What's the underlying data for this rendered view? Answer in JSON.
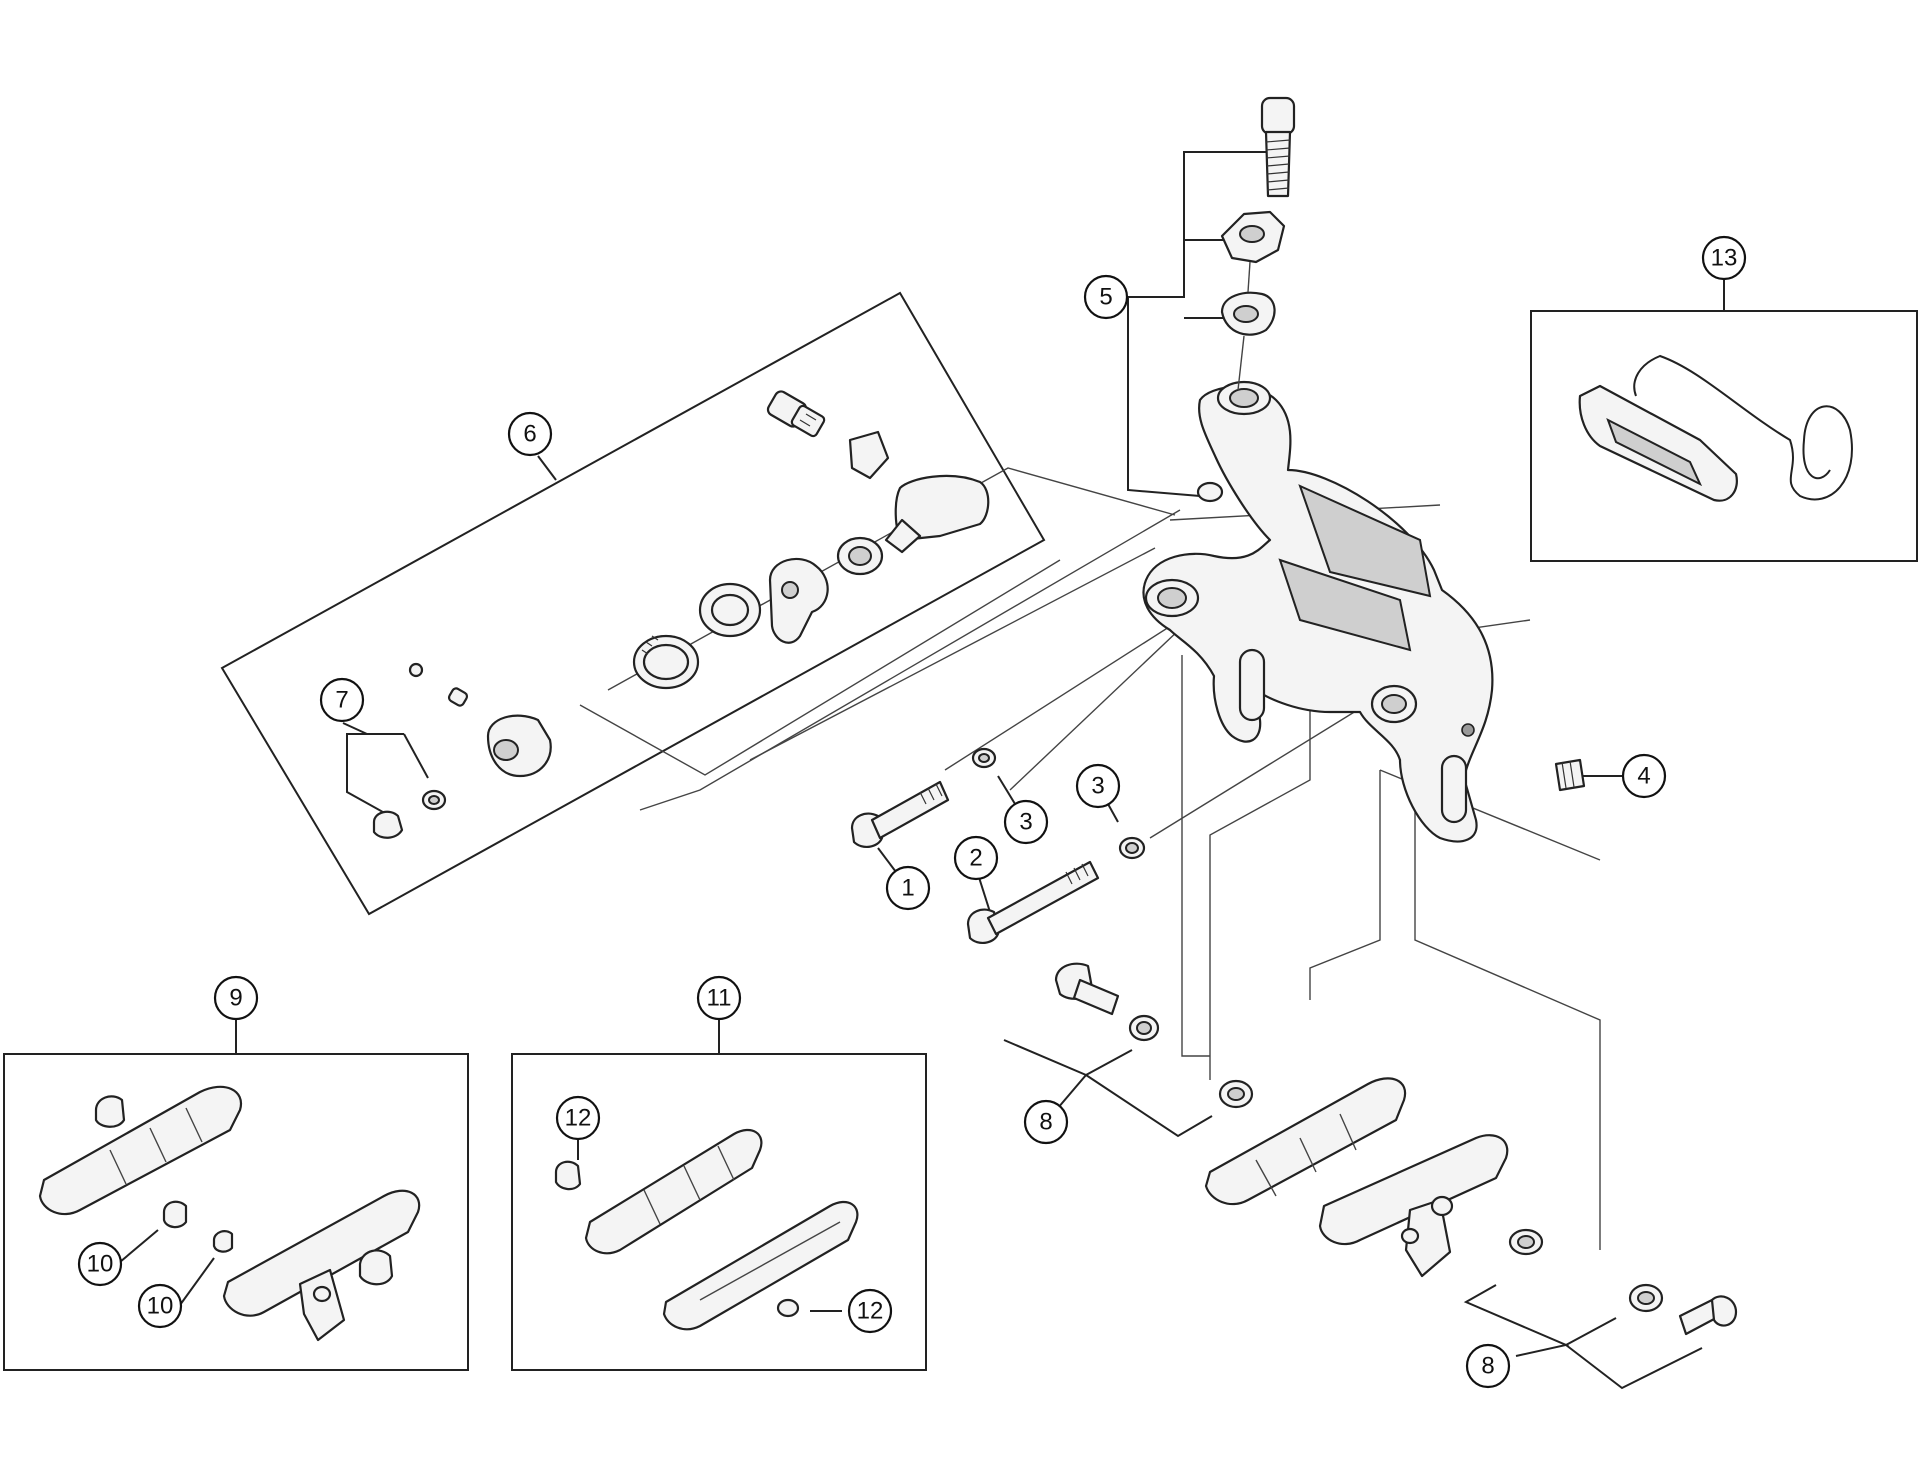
{
  "callouts": [
    {
      "id": "c1",
      "label": "1"
    },
    {
      "id": "c2",
      "label": "2"
    },
    {
      "id": "c3a",
      "label": "3"
    },
    {
      "id": "c3b",
      "label": "3"
    },
    {
      "id": "c4",
      "label": "4"
    },
    {
      "id": "c5",
      "label": "5"
    },
    {
      "id": "c6",
      "label": "6"
    },
    {
      "id": "c7",
      "label": "7"
    },
    {
      "id": "c8a",
      "label": "8"
    },
    {
      "id": "c8b",
      "label": "8"
    },
    {
      "id": "c9",
      "label": "9"
    },
    {
      "id": "c10a",
      "label": "10"
    },
    {
      "id": "c10b",
      "label": "10"
    },
    {
      "id": "c11",
      "label": "11"
    },
    {
      "id": "c12a",
      "label": "12"
    },
    {
      "id": "c12b",
      "label": "12"
    },
    {
      "id": "c13",
      "label": "13"
    }
  ]
}
